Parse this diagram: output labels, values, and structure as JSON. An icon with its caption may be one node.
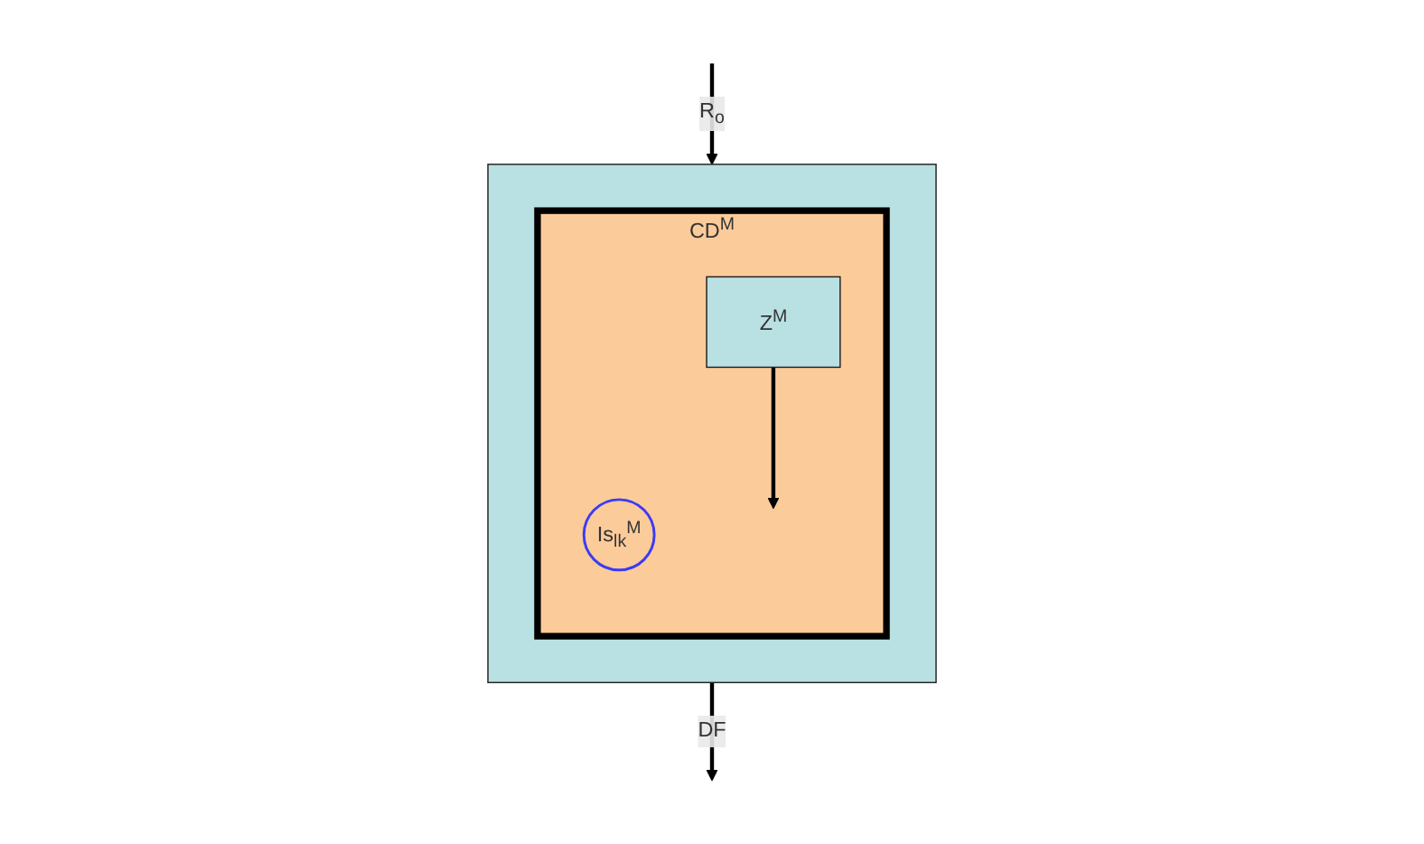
{
  "diagram": {
    "nodes": [
      {
        "text": [],
        "shape": "box"
      },
      {
        "text": [
          "CD$^{M}$"
        ],
        "in": 0
      },
      {
        "text": [
          "Is$_{lk}$$^{M}$"
        ],
        "in": 1
      },
      {
        "text": [
          "Z$^{M}$"
        ],
        "in": 1
      }
    ],
    "edges": [
      {
        "from": null,
        "to": 0,
        "arrow": "to",
        "label": "R$_{o}$"
      },
      {
        "from": 0,
        "to": null,
        "arrow": "to",
        "label": "DF"
      },
      {
        "from": 3,
        "to": null,
        "arrow": "to"
      }
    ]
  }
}
